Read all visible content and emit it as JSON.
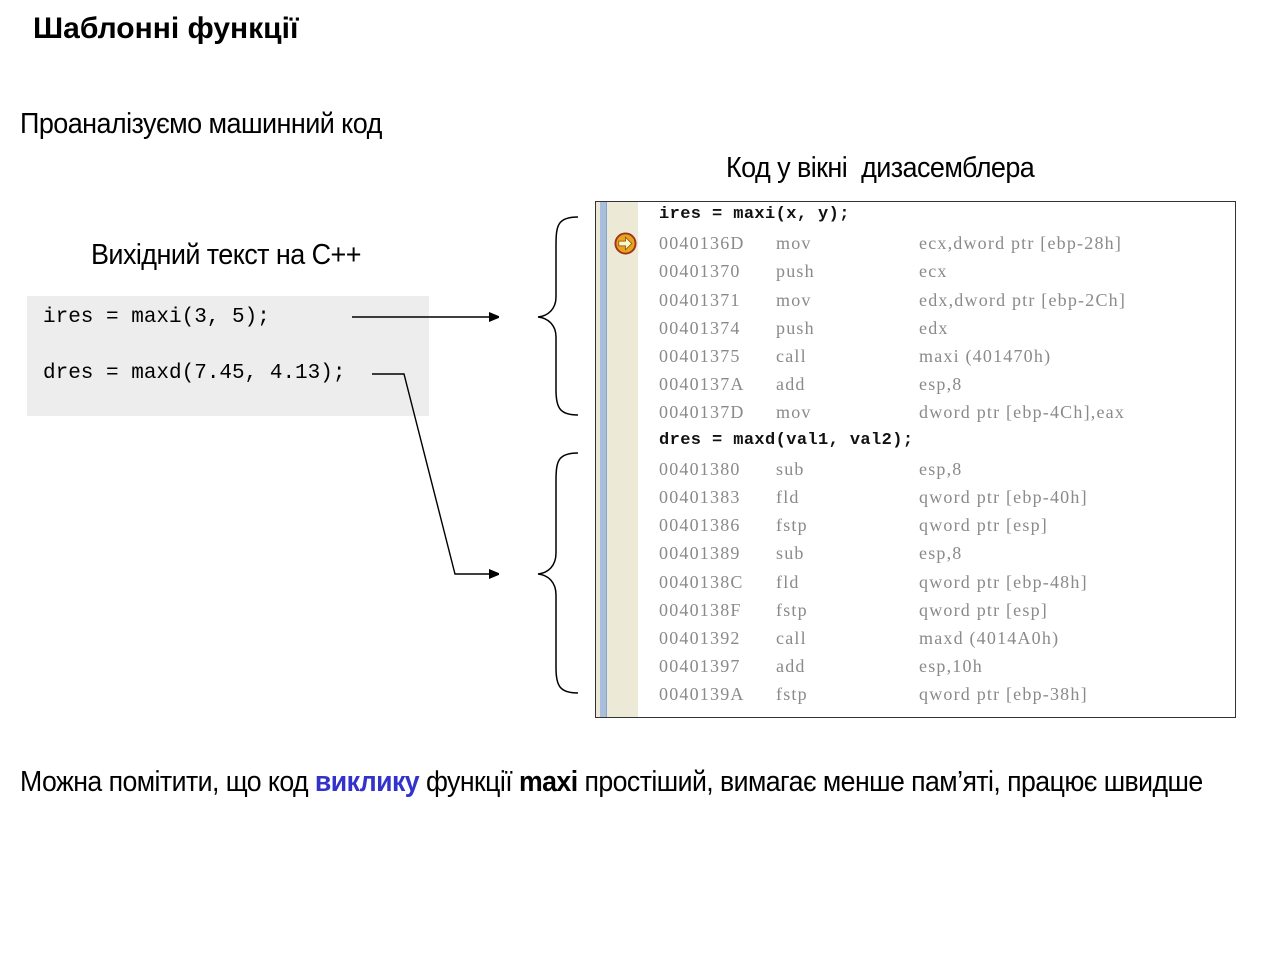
{
  "slide": {
    "title": "Шаблонні функції",
    "intro": "Проаналізуємо машинний код",
    "disasm_caption": "Код у вікні  дизасемблера",
    "source_caption": "Вихідний текст на С++"
  },
  "source_code": {
    "line1": "ires = maxi(3, 5);",
    "line2": "dres = maxd(7.45, 4.13);"
  },
  "disassembly": {
    "rows": [
      {
        "kind": "src",
        "text": "ires = maxi(x, y);"
      },
      {
        "kind": "asm",
        "addr": "0040136D",
        "op": "mov",
        "args": "ecx,dword ptr [ebp-28h]"
      },
      {
        "kind": "asm",
        "addr": "00401370",
        "op": "push",
        "args": "ecx"
      },
      {
        "kind": "asm",
        "addr": "00401371",
        "op": "mov",
        "args": "edx,dword ptr [ebp-2Ch]"
      },
      {
        "kind": "asm",
        "addr": "00401374",
        "op": "push",
        "args": "edx"
      },
      {
        "kind": "asm",
        "addr": "00401375",
        "op": "call",
        "args": "maxi (401470h)"
      },
      {
        "kind": "asm",
        "addr": "0040137A",
        "op": "add",
        "args": "esp,8"
      },
      {
        "kind": "asm",
        "addr": "0040137D",
        "op": "mov",
        "args": "dword ptr [ebp-4Ch],eax"
      },
      {
        "kind": "src",
        "text": "dres = maxd(val1, val2);"
      },
      {
        "kind": "asm",
        "addr": "00401380",
        "op": "sub",
        "args": "esp,8"
      },
      {
        "kind": "asm",
        "addr": "00401383",
        "op": "fld",
        "args": "qword ptr [ebp-40h]"
      },
      {
        "kind": "asm",
        "addr": "00401386",
        "op": "fstp",
        "args": "qword ptr [esp]"
      },
      {
        "kind": "asm",
        "addr": "00401389",
        "op": "sub",
        "args": "esp,8"
      },
      {
        "kind": "asm",
        "addr": "0040138C",
        "op": "fld",
        "args": "qword ptr [ebp-48h]"
      },
      {
        "kind": "asm",
        "addr": "0040138F",
        "op": "fstp",
        "args": "qword ptr [esp]"
      },
      {
        "kind": "asm",
        "addr": "00401392",
        "op": "call",
        "args": "maxd (4014A0h)"
      },
      {
        "kind": "asm",
        "addr": "00401397",
        "op": "add",
        "args": "esp,10h"
      },
      {
        "kind": "asm",
        "addr": "0040139A",
        "op": "fstp",
        "args": "qword ptr [ebp-38h]"
      }
    ]
  },
  "bottom_note": {
    "part1": "Можна помітити, що код ",
    "highlight": "виклику",
    "part2": " функції ",
    "func": "maxi",
    "part3": " простіший,  вимагає менше пам’яті, працює швидше"
  },
  "colors": {
    "highlight": "#3333cc",
    "asm_text": "#8a8a8a",
    "gutter": "#ecead6",
    "source_box": "#ededed"
  },
  "icons": {
    "breakpoint": "current-instruction-arrow-icon"
  }
}
